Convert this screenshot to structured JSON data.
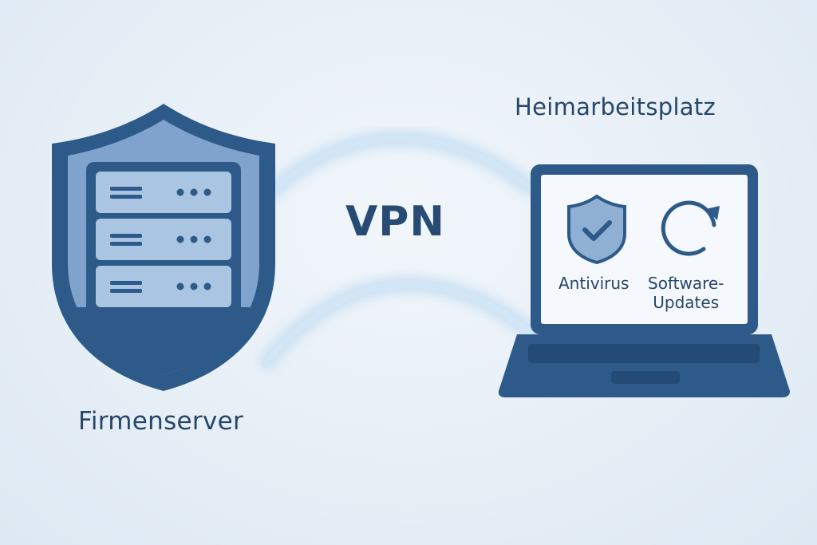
{
  "labels": {
    "server": "Firmenserver",
    "home": "Heimarbeitsplatz",
    "vpn": "VPN",
    "antivirus": "Antivirus",
    "software_updates_line1": "Software-",
    "software_updates_line2": "Updates"
  },
  "icons": {
    "server": "shield-server-icon",
    "laptop": "laptop-icon",
    "antivirus": "shield-check-icon",
    "updates": "refresh-icon"
  },
  "colors": {
    "primary": "#2d5a88",
    "dark": "#27476a",
    "light_fill": "#8fb0d3",
    "screen": "#f5f8fc",
    "tunnel": "#bfdaf0"
  }
}
